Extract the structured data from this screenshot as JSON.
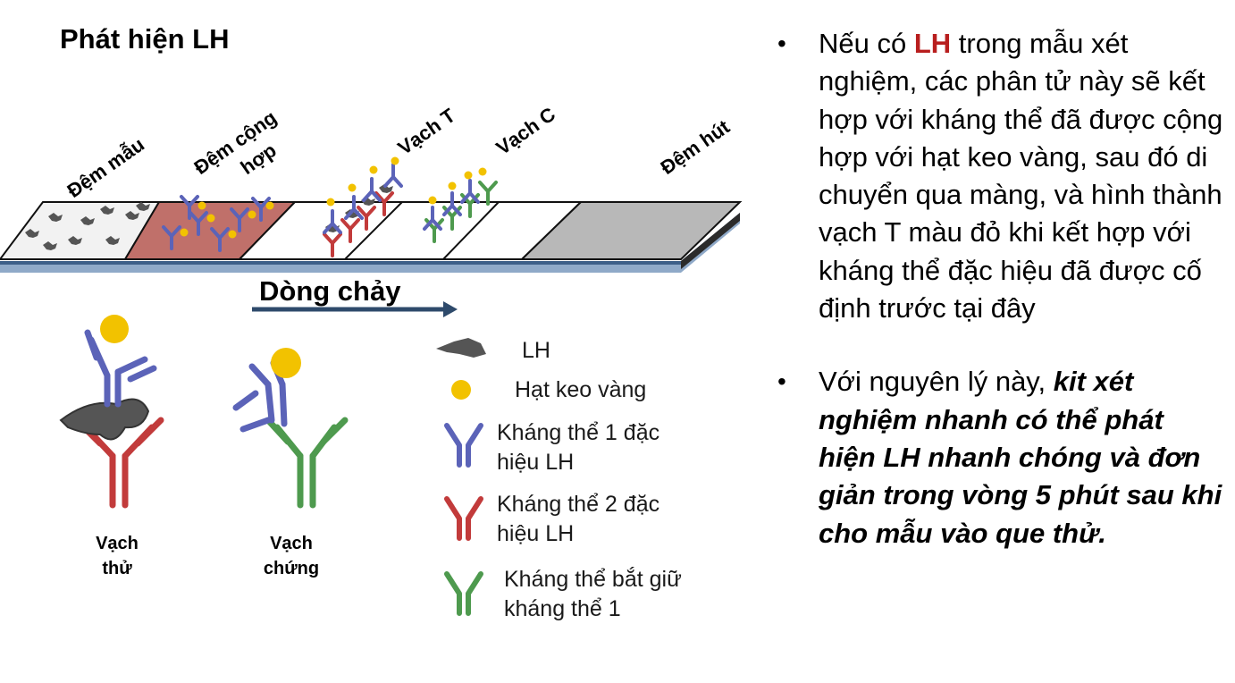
{
  "title": "Phát hiện LH",
  "strip": {
    "pad_labels": {
      "sample_pad": "Đệm mẫu",
      "conjugate_pad_line1": "Đệm cộng",
      "conjugate_pad_line2": "hợp",
      "test_line": "Vạch T",
      "control_line": "Vạch C",
      "absorbent_pad": "Đệm hút"
    },
    "flow_label": "Dòng chảy"
  },
  "bottom_labels": {
    "test_line_line1": "Vạch",
    "test_line_line2": "thử",
    "control_line_line1": "Vạch",
    "control_line_line2": "chứng"
  },
  "legend": {
    "lh": "LH",
    "gold": "Hạt keo vàng",
    "ab1_line1": "Kháng thể 1 đặc",
    "ab1_line2": "hiệu LH",
    "ab2_line1": "Kháng thể 2 đặc",
    "ab2_line2": "hiệu LH",
    "capture_line1": "Kháng thể bắt giữ",
    "capture_line2": "kháng thể 1"
  },
  "bullets": {
    "b1_pre": "Nếu có ",
    "b1_highlight": "LH",
    "b1_post": " trong mẫu xét nghiệm, các phân tử này sẽ kết hợp với kháng thể đã được cộng hợp với hạt keo vàng, sau đó di chuyển qua màng, và hình thành vạch T màu đỏ khi kết hợp với kháng thể đặc hiệu đã được cố định trước tại đây",
    "b2_pre": "Với nguyên lý này, ",
    "b2_emph": "kit xét nghiệm nhanh có thể phát hiện LH nhanh chóng và đơn giản trong vòng 5 phút sau khi cho mẫu vào que thử."
  },
  "colors": {
    "antibody1": "#5b63b8",
    "antibody2": "#c23b3b",
    "capture": "#4e9a4e",
    "gold": "#f2c200",
    "lh": "#555555",
    "conjugate_pad": "#c0706a",
    "absorbent_pad": "#b8b8b8",
    "highlight": "#b81e1e",
    "arrow": "#2e4a6b"
  }
}
